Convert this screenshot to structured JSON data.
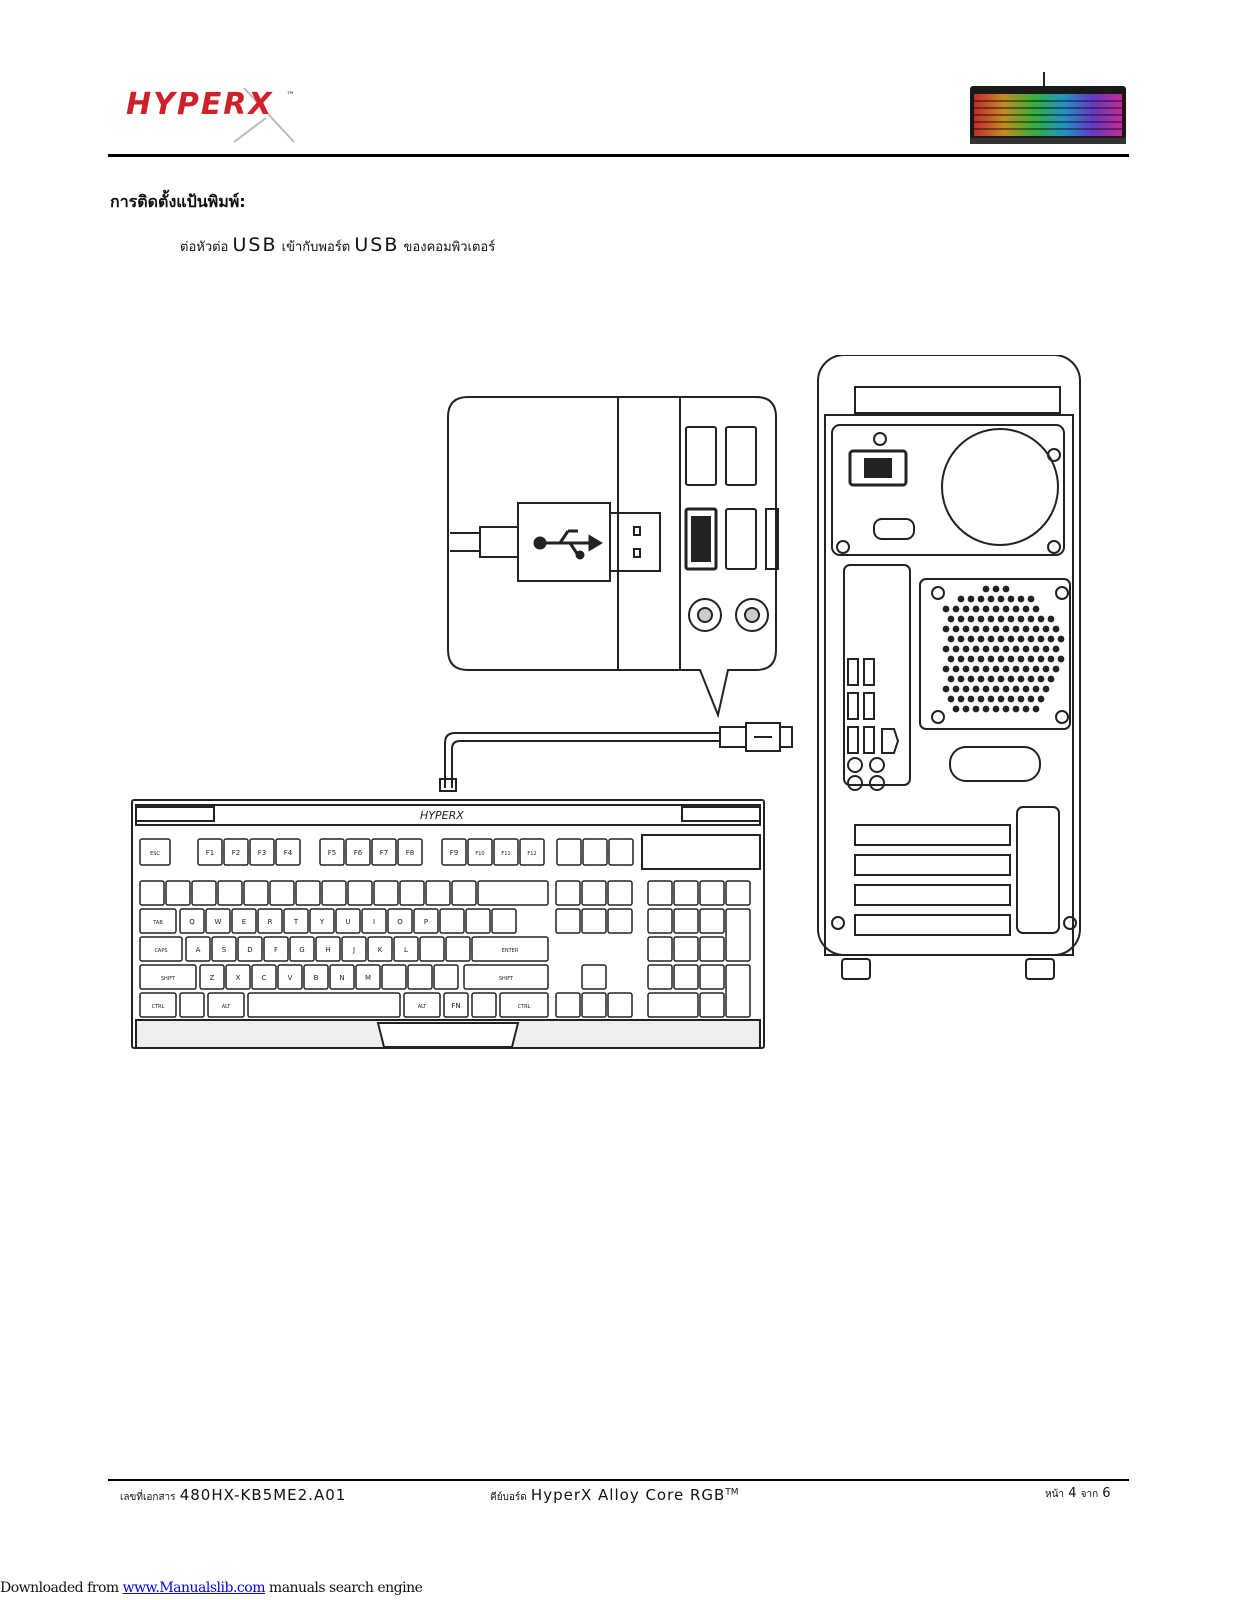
{
  "header": {
    "logo_text": "HYPERX",
    "trademark": "™"
  },
  "section_title": "การติดตั้งแป้นพิมพ์:",
  "instruction": {
    "p1": "ต่อหัวต่อ",
    "usb1": "USB",
    "p2": "เข้ากับพอร์ต",
    "usb2": "USB",
    "p3": "ของคอมพิวเตอร์"
  },
  "keyboard": {
    "brand_logo": "HYPERX",
    "function_row": [
      "ESC",
      "F1",
      "F2",
      "F3",
      "F4",
      "F5",
      "F6",
      "F7",
      "F8",
      "F9",
      "F10",
      "F11",
      "F12"
    ],
    "row_letters1": [
      "Q",
      "W",
      "E",
      "R",
      "T",
      "Y",
      "U",
      "I",
      "O",
      "P"
    ],
    "row_letters2": [
      "A",
      "S",
      "D",
      "F",
      "G",
      "H",
      "J",
      "K",
      "L"
    ],
    "row_letters3": [
      "Z",
      "X",
      "C",
      "V",
      "B",
      "N",
      "M"
    ],
    "labels": {
      "tab": "TAB",
      "caps": "CAPS",
      "shift": "SHIFT",
      "ctrl": "CTRL",
      "alt": "ALT",
      "enter": "ENTER",
      "fn": "FN"
    }
  },
  "footer": {
    "doc_label": "เลขที่เอกสาร",
    "doc_number": "480HX-KB5ME2.A01",
    "product_label": "คีย์บอร์ด",
    "product_name": "HyperX Alloy Core RGB",
    "tm": "TM",
    "page_label": "หน้า",
    "page_num": "4",
    "of_label": "จาก",
    "page_total": "6"
  },
  "download": {
    "prefix": "Downloaded from ",
    "link": "www.Manualslib.com",
    "suffix": " manuals search engine"
  }
}
